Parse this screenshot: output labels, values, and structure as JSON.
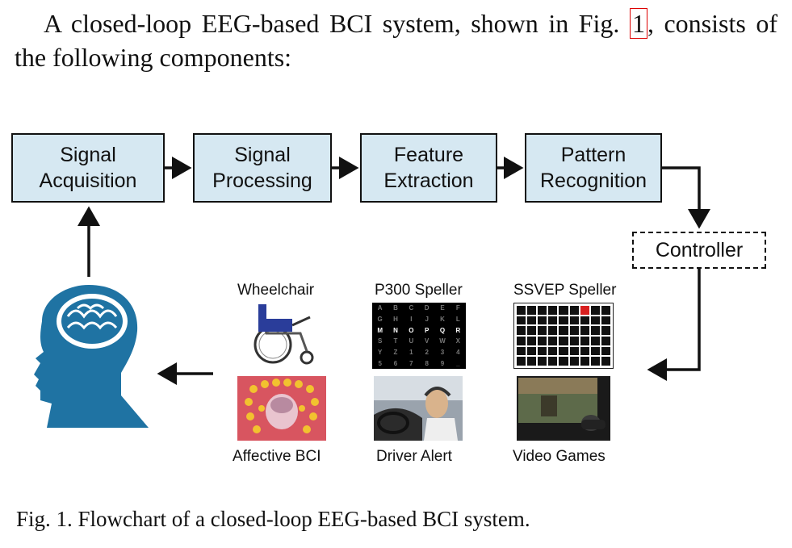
{
  "paragraph": {
    "before_ref": "A closed-loop EEG-based BCI system, shown in Fig. ",
    "ref": "1",
    "after_ref": ", consists of the following components:"
  },
  "flowchart": {
    "box1": "Signal Acquisition",
    "box2": "Signal Processing",
    "box3": "Feature Extraction",
    "box4": "Pattern Recognition",
    "controller": "Controller"
  },
  "applications": {
    "wheelchair": "Wheelchair",
    "p300": "P300 Speller",
    "ssvep": "SSVEP Speller",
    "affective": "Affective BCI",
    "driver": "Driver Alert",
    "games": "Video Games"
  },
  "p300_letters": [
    "A",
    "B",
    "C",
    "D",
    "E",
    "F",
    "G",
    "H",
    "I",
    "J",
    "K",
    "L",
    "M",
    "N",
    "O",
    "P",
    "Q",
    "R",
    "S",
    "T",
    "U",
    "V",
    "W",
    "X",
    "Y",
    "Z",
    "1",
    "2",
    "3",
    "4",
    "5",
    "6",
    "7",
    "8",
    "9",
    "_"
  ],
  "caption": "Fig. 1.  Flowchart of a closed-loop EEG-based BCI system.",
  "colors": {
    "box_fill": "#d6e8f2",
    "brain_blue": "#1f73a3",
    "highlight_red": "#d81f1f"
  }
}
